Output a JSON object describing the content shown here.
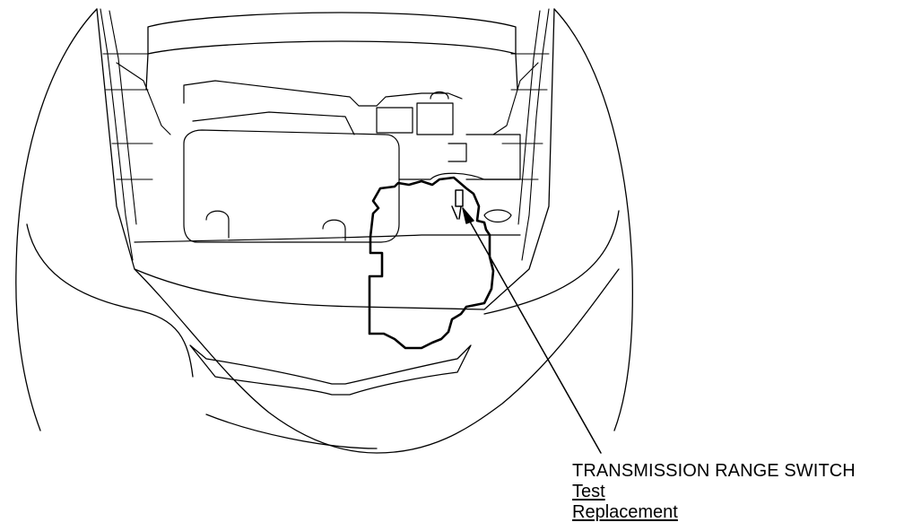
{
  "callout": {
    "title": "TRANSMISSION RANGE SWITCH",
    "links": [
      "Test",
      "Replacement"
    ]
  },
  "colors": {
    "line": "#000000",
    "background": "#ffffff"
  }
}
